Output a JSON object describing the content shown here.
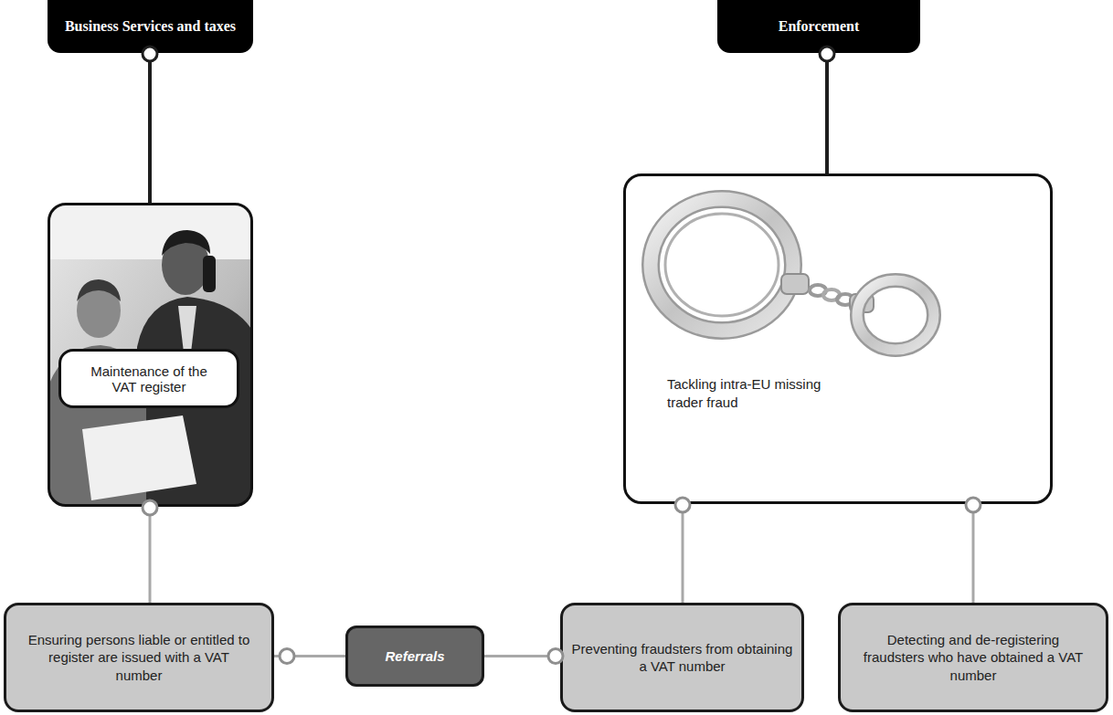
{
  "diagram": {
    "nodes": [
      {
        "text": [
          "Business Services and taxes"
        ]
      },
      {
        "text": [
          "Enforcement"
        ]
      },
      {
        "text": [
          "Maintenance of the VAT register"
        ]
      },
      {
        "text": [
          "Tackling intra-EU missing trader fraud"
        ]
      },
      {
        "text": [
          "Ensuring persons liable or entitled to register are issued with a VAT number"
        ]
      },
      {
        "text": [
          "Referrals"
        ]
      },
      {
        "text": [
          "Preventing fraudsters from obtaining a VAT number"
        ]
      },
      {
        "text": [
          "Detecting and de-registering fraudsters who have obtained a VAT number"
        ]
      }
    ],
    "edges": [
      {
        "from": 0,
        "to": 2,
        "arrow": "none"
      },
      {
        "from": 1,
        "to": 3,
        "arrow": "none"
      },
      {
        "from": 2,
        "to": 4,
        "arrow": "none"
      },
      {
        "from": 3,
        "to": 6,
        "arrow": "none"
      },
      {
        "from": 3,
        "to": 7,
        "arrow": "none"
      },
      {
        "from": 4,
        "to": 5,
        "arrow": "none"
      },
      {
        "from": 5,
        "to": 6,
        "arrow": "none"
      }
    ]
  }
}
